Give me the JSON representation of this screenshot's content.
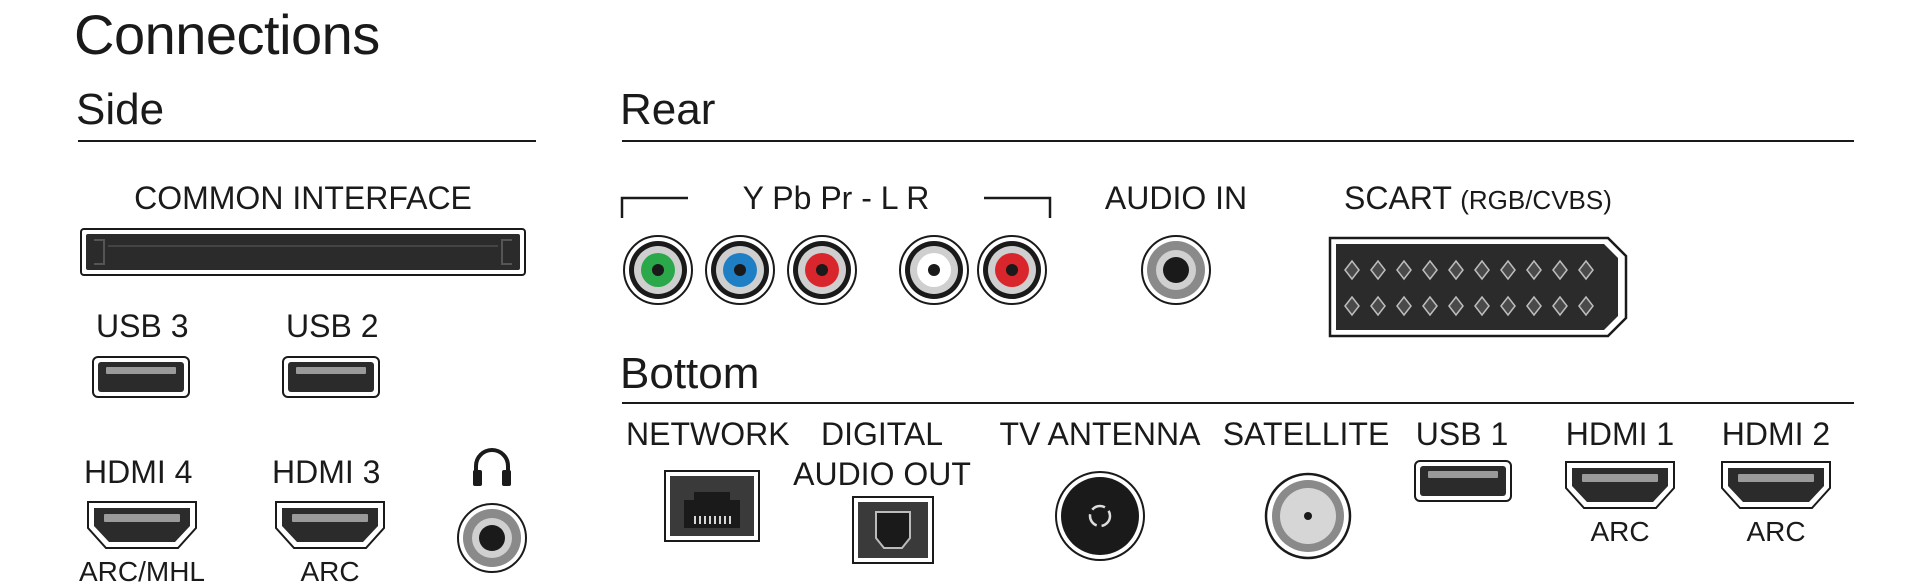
{
  "title": "Connections",
  "sections": {
    "side": "Side",
    "rear": "Rear",
    "bottom": "Bottom"
  },
  "side": {
    "common_interface": "COMMON INTERFACE",
    "usb3": "USB 3",
    "usb2": "USB 2",
    "hdmi4": "HDMI 4",
    "hdmi4_sub": "ARC/MHL",
    "hdmi3": "HDMI 3",
    "hdmi3_sub": "ARC",
    "headphone_icon": "headphones-icon"
  },
  "rear": {
    "component_audio": "Y Pb Pr - L R",
    "audio_in": "AUDIO IN",
    "scart": "SCART",
    "scart_sub": "(RGB/CVBS)"
  },
  "bottom": {
    "network": "NETWORK",
    "digital_line1": "DIGITAL",
    "digital_line2": "AUDIO OUT",
    "tv_antenna": "TV ANTENNA",
    "satellite": "SATELLITE",
    "usb1": "USB 1",
    "hdmi1": "HDMI 1",
    "hdmi1_sub": "ARC",
    "hdmi2": "HDMI 2",
    "hdmi2_sub": "ARC"
  },
  "colors": {
    "green": "#2aa84a",
    "blue": "#1f7fc4",
    "red": "#d8262c",
    "white": "#ffffff",
    "dark": "#1a1a1a",
    "gray": "#8a8a8a"
  }
}
